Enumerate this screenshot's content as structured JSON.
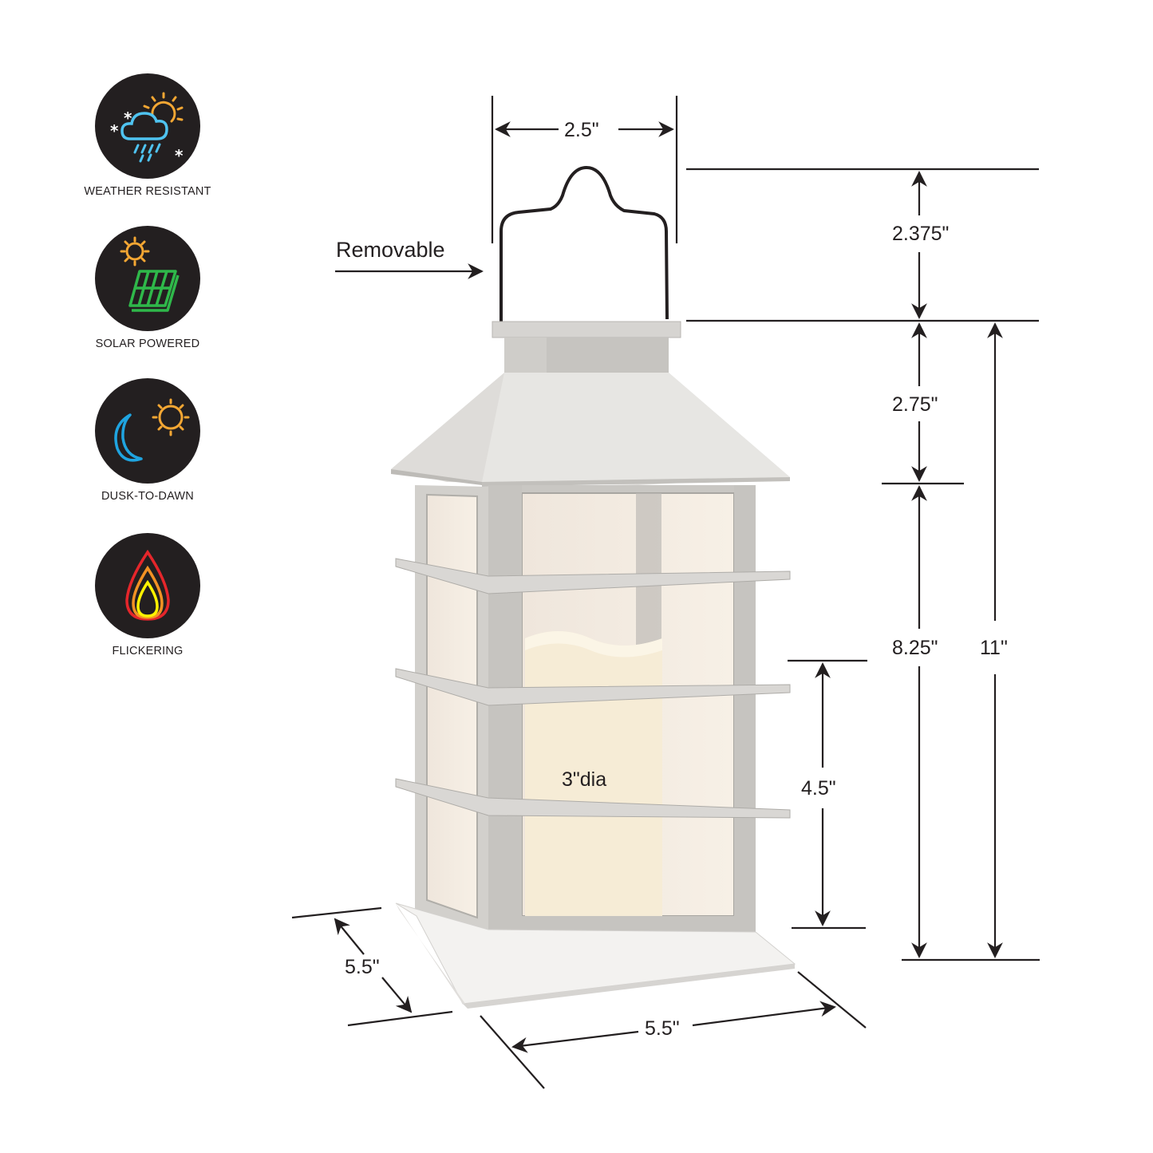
{
  "features": [
    {
      "label": "WEATHER RESISTANT",
      "icon": "weather-icon"
    },
    {
      "label": "SOLAR POWERED",
      "icon": "solar-panel-icon"
    },
    {
      "label": "DUSK-TO-DAWN",
      "icon": "moon-sun-icon"
    },
    {
      "label": "FLICKERING",
      "icon": "flame-icon"
    }
  ],
  "annotations": {
    "handle_note": "Removable",
    "candle_diameter": "3\"dia"
  },
  "dimensions": {
    "handle_width": "2.5\"",
    "handle_height": "2.375\"",
    "roof_height": "2.75\"",
    "body_height": "8.25\"",
    "total_height": "11\"",
    "candle_height": "4.5\"",
    "base_depth": "5.5\"",
    "base_width": "5.5\""
  },
  "colors": {
    "badge_bg": "#231f20",
    "sun": "#f5a733",
    "cloud": "#4fc3f0",
    "solar_panel": "#2fb84a",
    "moon": "#1fa4e0",
    "flame_outer": "#e5262b",
    "flame_mid": "#f39224",
    "flame_inner": "#fff200",
    "lantern_silver": "#c9c7c3",
    "candle": "#f6ecd6"
  }
}
